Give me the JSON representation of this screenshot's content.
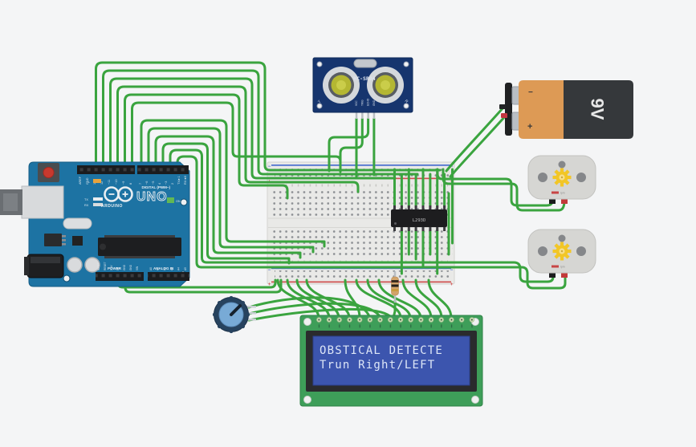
{
  "app": {
    "background": "#f4f5f6"
  },
  "colors": {
    "wire_green": "#3aa43f",
    "arduino_blue": "#1d73a3",
    "breadboard_body": "#e9e9e7",
    "rail_red": "#d05050",
    "rail_blue": "#4a6fd0",
    "ultrasonic_pcb": "#16356e",
    "battery_orange": "#dd9a55",
    "battery_dark": "#35383b",
    "lcd_pcb_green": "#3e9e59",
    "lcd_screen_blue": "#3c55ae",
    "motor_gray": "#d6d6d3",
    "gear_yellow": "#f2c626",
    "ic_black": "#1d1d1f"
  },
  "arduino": {
    "board_label": "UNO",
    "logo_text": "ARDUINO",
    "digital_label": "DIGITAL (PWM~)",
    "power_label": "POWER",
    "analog_label": "ANALOG IN",
    "led_label": "L",
    "tx_label": "TX",
    "rx_label": "RX",
    "on_label": "ON",
    "digital_pins": [
      "AREF",
      "GND",
      "13",
      "12",
      "~11",
      "~10",
      "~9",
      "8",
      "7",
      "~6",
      "~5",
      "4",
      "~3",
      "2",
      "TX►1",
      "RX◄0"
    ],
    "power_pins": [
      "IOREF",
      "RESET",
      "3.3V",
      "5V",
      "GND",
      "GND",
      "VIN"
    ],
    "analog_pins": [
      "A0",
      "A1",
      "A2",
      "A3",
      "A4",
      "A5"
    ]
  },
  "ultrasonic": {
    "label": "HC-SR04",
    "pins": [
      "VCC",
      "TRIG",
      "ECHO",
      "GND"
    ],
    "t": "T",
    "r": "R"
  },
  "battery": {
    "label": "9V",
    "minus": "−",
    "plus": "+"
  },
  "breadboard": {
    "minus": "−",
    "plus": "+"
  },
  "driver_ic": {
    "label": "L293D"
  },
  "motors": {
    "rpm": "rpm"
  },
  "lcd": {
    "line1": "OBSTICAL DETECTE",
    "line2": "Trun Right/LEFT"
  }
}
